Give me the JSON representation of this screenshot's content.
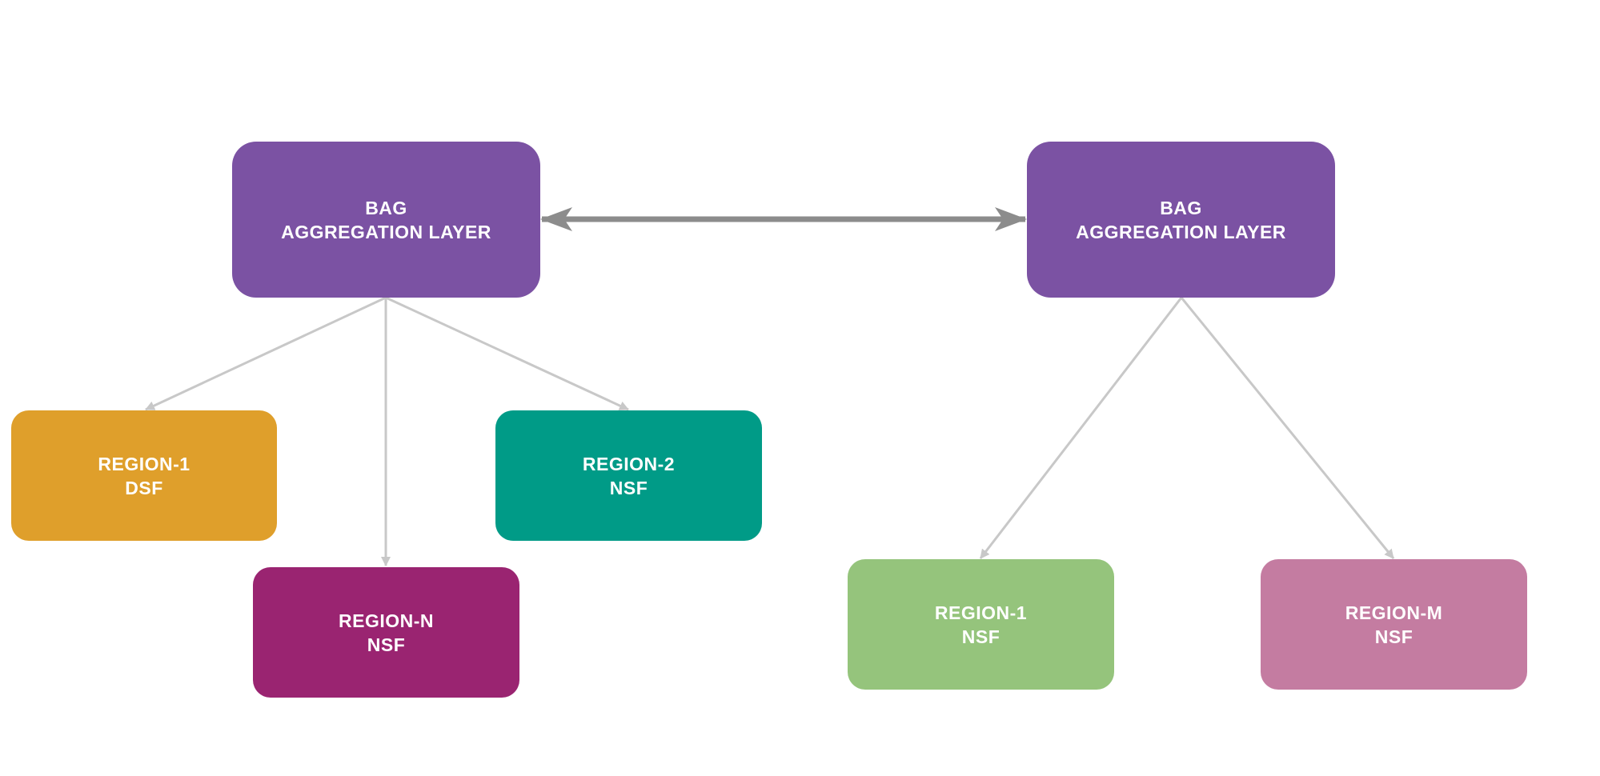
{
  "colors": {
    "aggregation": "#7b52a3",
    "region_dsf": "#df9f2b",
    "region_nsf_teal": "#009b87",
    "region_n_nsf": "#9a2471",
    "region_green": "#95c47c",
    "region_pink": "#c47ca1",
    "connector": "#c8c8c8",
    "peer_link": "#8c8c8c",
    "text": "#ffffff"
  },
  "nodes": {
    "agg_left": {
      "line1": "BAG",
      "line2": "AGGREGATION LAYER"
    },
    "agg_right": {
      "line1": "BAG",
      "line2": "AGGREGATION LAYER"
    },
    "left_region_1": {
      "line1": "REGION-1",
      "line2": "DSF"
    },
    "left_region_2": {
      "line1": "REGION-2",
      "line2": "NSF"
    },
    "left_region_n": {
      "line1": "REGION-N",
      "line2": "NSF"
    },
    "right_region_1": {
      "line1": "REGION-1",
      "line2": "NSF"
    },
    "right_region_m": {
      "line1": "REGION-M",
      "line2": "NSF"
    }
  },
  "edges": [
    {
      "from": "agg_left",
      "to": "agg_right",
      "type": "bidirectional"
    },
    {
      "from": "agg_left",
      "to": "left_region_1",
      "type": "directed"
    },
    {
      "from": "agg_left",
      "to": "left_region_n",
      "type": "directed"
    },
    {
      "from": "agg_left",
      "to": "left_region_2",
      "type": "directed"
    },
    {
      "from": "agg_right",
      "to": "right_region_1",
      "type": "directed"
    },
    {
      "from": "agg_right",
      "to": "right_region_m",
      "type": "directed"
    }
  ]
}
